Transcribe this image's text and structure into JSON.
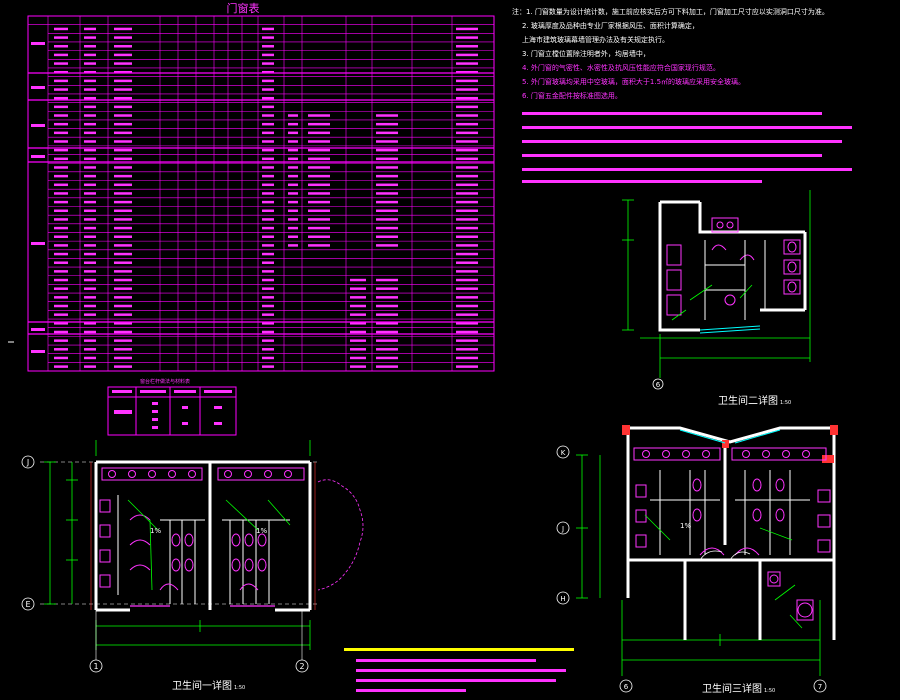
{
  "door_window_table": {
    "title": "门窗表",
    "row_count": 41,
    "col_count": 17
  },
  "small_table": {
    "title": "窗台栏杆做法与材料表"
  },
  "notes": {
    "lines": [
      "注：1. 门窗数量为设计统计数，施工前应核实后方可下料加工，门窗加工尺寸应以实测洞口尺寸为准。",
      "2. 玻璃厚度及品种由专业厂家根据风压、面积计算确定，",
      "上海市建筑玻璃幕墙管理办法及有关规定执行。",
      "3. 门窗立樘位置除注明者外，均居墙中，",
      "4. 外门窗的气密性、水密性及抗风压性能应符合国家现行规范。",
      "5. 外门窗玻璃均采用中空玻璃，面积大于1.5㎡的玻璃应采用安全玻璃。",
      "6. 门窗五金配件按标准图选用。"
    ]
  },
  "drawings": [
    {
      "title": "卫生间二详图",
      "scale": "1:50"
    },
    {
      "title": "卫生间一详图",
      "scale": "1:50"
    },
    {
      "title": "卫生间三详图",
      "scale": "1:50"
    }
  ],
  "slope_labels": [
    "1%",
    "1%",
    "1%"
  ],
  "axis_labels": {
    "drawing1": [
      "J",
      "E",
      "1",
      "2"
    ],
    "drawing2": [
      "6"
    ],
    "drawing3": [
      "K",
      "J",
      "H",
      "6",
      "7"
    ]
  },
  "colors": {
    "background": "#000000",
    "table_lines": "#ff00ff",
    "walls": "#ffffff",
    "fixtures": "#ff33ff",
    "dimensions": "#00ff00",
    "window": "#00ffff",
    "notes": "#ffffff",
    "accent_red": "#ff3333",
    "yellow": "#ffff00"
  }
}
